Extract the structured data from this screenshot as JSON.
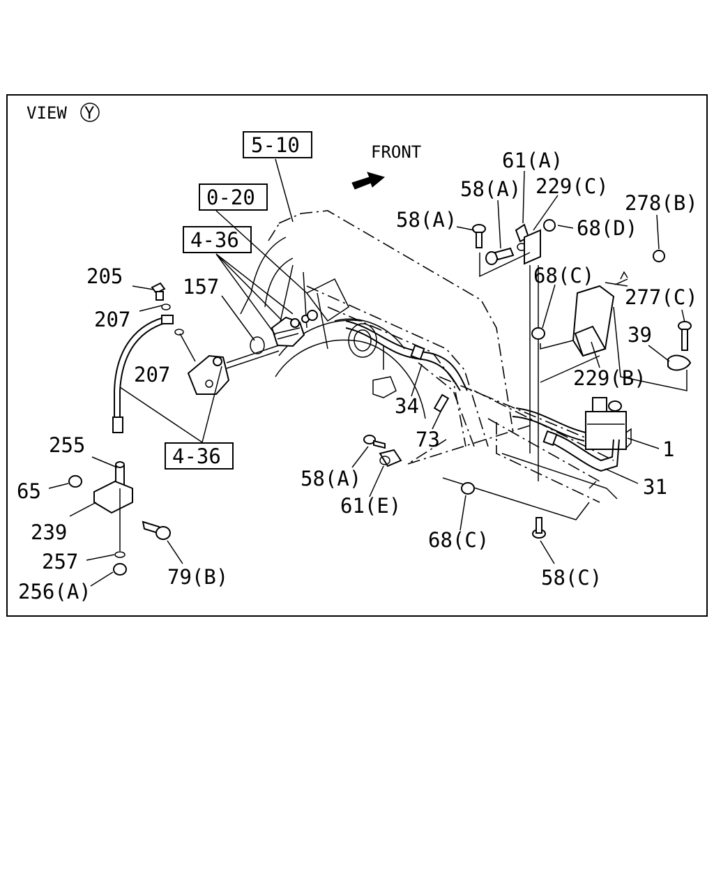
{
  "view": {
    "text": "VIEW",
    "marker": "Y"
  },
  "front_label": "FRONT",
  "ref_boxes": {
    "b510": "5-10",
    "b020": "0-20",
    "b436_top": "4-36",
    "b436_bottom": "4-36"
  },
  "callouts": {
    "c205": "205",
    "c207a": "207",
    "c207b": "207",
    "c157": "157",
    "c255": "255",
    "c65": "65",
    "c239": "239",
    "c257": "257",
    "c256a": "256(A)",
    "c79b": "79(B)",
    "c34": "34",
    "c73": "73",
    "c58a_mid": "58(A)",
    "c61e": "61(E)",
    "c68c_bottom": "68(C)",
    "c58c": "58(C)",
    "c61a": "61(A)",
    "c58a_top": "58(A)",
    "c58a_left": "58(A)",
    "c229c": "229(C)",
    "c68d": "68(D)",
    "c278b": "278(B)",
    "c68c_top": "68(C)",
    "c277c": "277(C)",
    "c39": "39",
    "c229b": "229(B)",
    "c1": "1",
    "c31": "31"
  }
}
